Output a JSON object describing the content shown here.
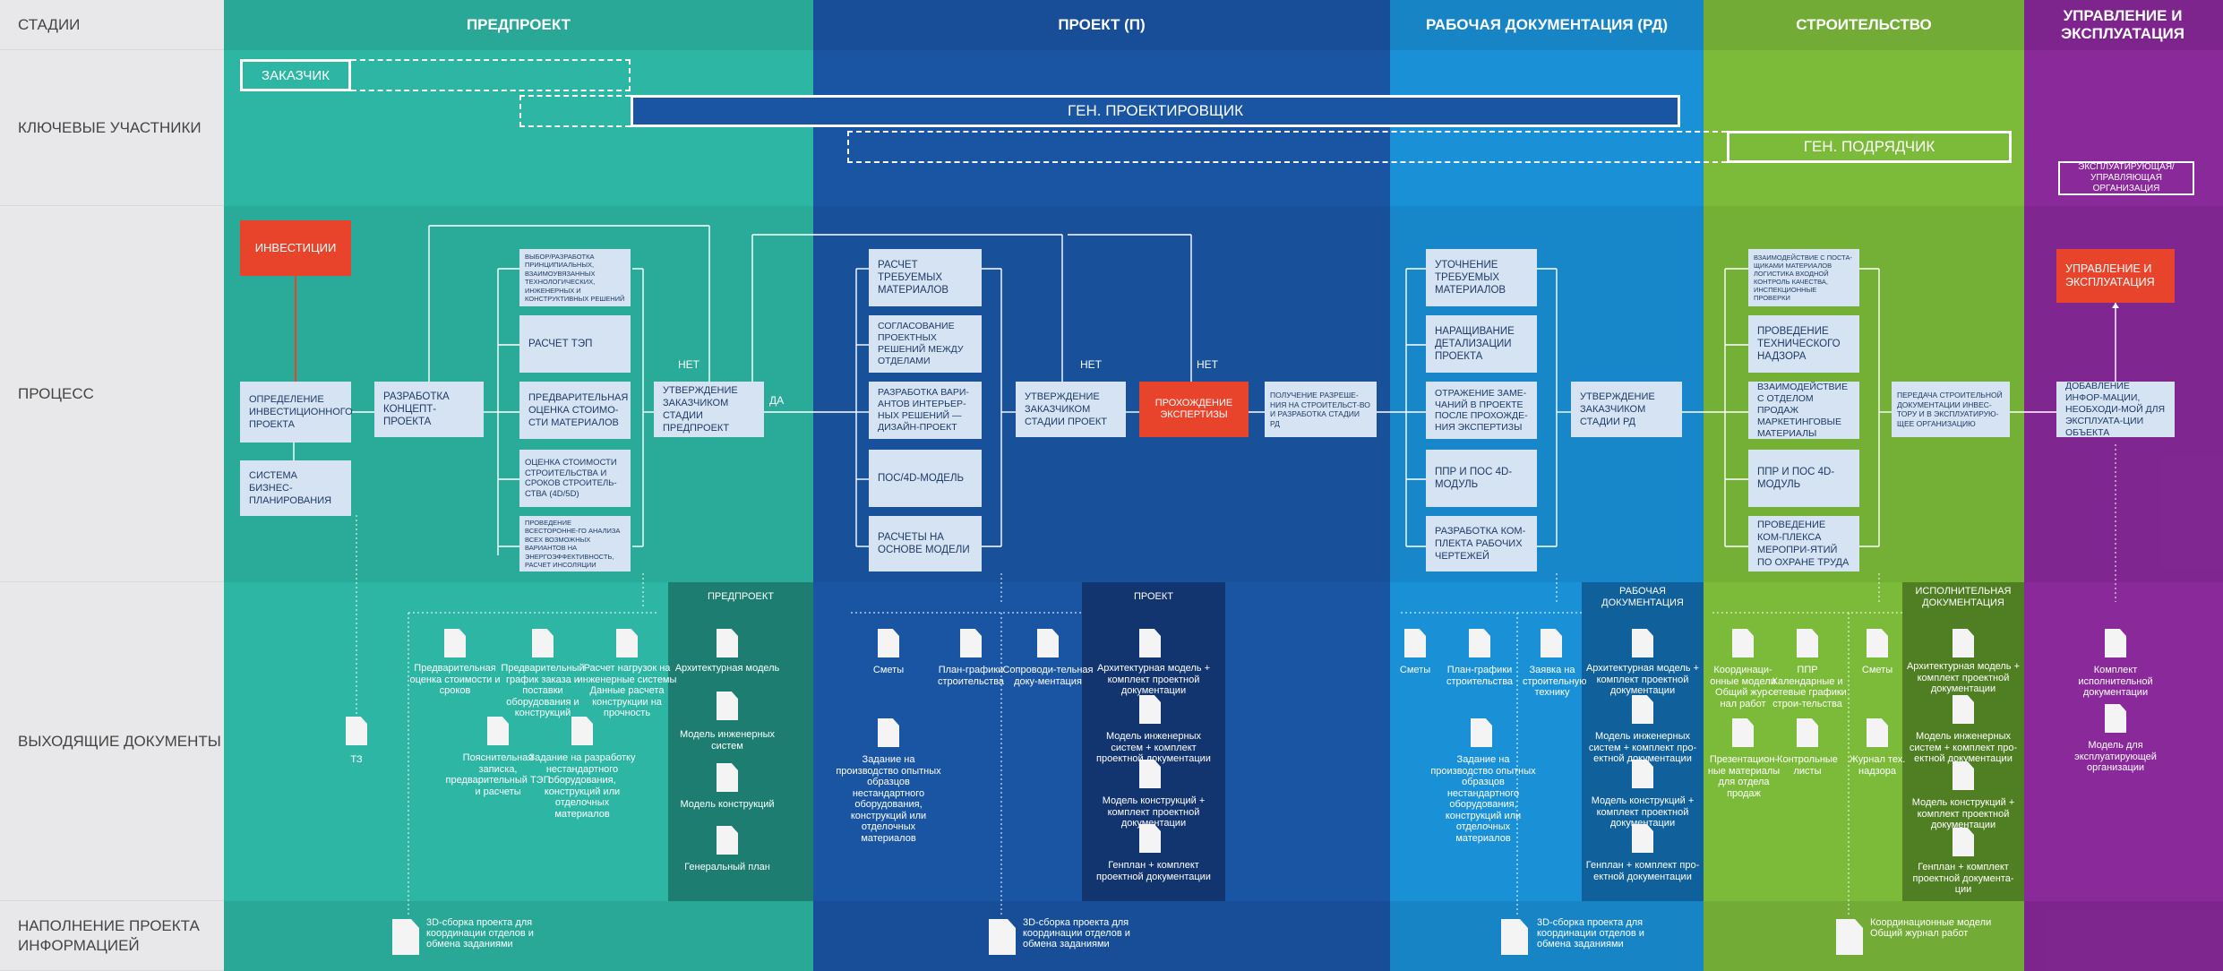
{
  "rows": {
    "stages": "СТАДИИ",
    "participants": "КЛЮЧЕВЫЕ УЧАСТНИКИ",
    "process": "ПРОЦЕСС",
    "documents": "ВЫХОДЯЩИЕ ДОКУМЕНТЫ",
    "info": "НАПОЛНЕНИЕ ПРОЕКТА ИНФОРМАЦИЕЙ"
  },
  "columns": {
    "pre": "ПРЕДПРОЕКТ",
    "project": "ПРОЕКТ (П)",
    "rd": "РАБОЧАЯ ДОКУМЕНТАЦИЯ (РД)",
    "build": "СТРОИТЕЛЬСТВО",
    "ops": "УПРАВЛЕНИЕ И ЭКСПЛУАТАЦИЯ"
  },
  "participants": {
    "customer": "ЗАКАЗЧИК",
    "designer": "ГЕН. ПРОЕКТИРОВЩИК",
    "contractor": "ГЕН. ПОДРЯДЧИК",
    "operator": "ЭКСПЛУАТИРУЮЩАЯ/ УПРАВЛЯЮЩАЯ ОРГАНИЗАЦИЯ"
  },
  "process": {
    "investments": "ИНВЕСТИЦИИ",
    "definition": "ОПРЕДЕЛЕНИЕ ИНВЕСТИЦИОННОГО ПРОЕКТА",
    "business": "СИСТЕМА БИЗНЕС-ПЛАНИРОВАНИЯ",
    "concept": "РАЗРАБОТКА КОНЦЕПТ-ПРОЕКТА",
    "pre_items": [
      "ВЫБОР/РАЗРАБОТКА ПРИНЦИПИАЛЬНЫХ, ВЗАИМОУВЯЗАННЫХ ТЕХНОЛОГИЧЕСКИХ, ИНЖЕНЕРНЫХ И КОНСТРУКТИВНЫХ РЕШЕНИЙ",
      "РАСЧЕТ ТЭП",
      "ПРЕДВАРИТЕЛЬНАЯ ОЦЕНКА СТОИМО-СТИ МАТЕРИАЛОВ",
      "ОЦЕНКА СТОИМОСТИ СТРОИТЕЛЬСТВА И СРОКОВ СТРОИТЕЛЬ-СТВА (4D/5D)",
      "ПРОВЕДЕНИЕ ВСЕСТОРОННЕ-ГО АНАЛИЗА ВСЕХ ВОЗМОЖНЫХ ВАРИАНТОВ НА ЭНЕРГОЭФФЕКТИВНОСТЬ, РАСЧЕТ ИНСОЛЯЦИИ"
    ],
    "approve_pre": "УТВЕРЖДЕНИЕ ЗАКАЗЧИКОМ СТАДИИ ПРЕДПРОЕКТ",
    "no": "НЕТ",
    "yes": "ДА",
    "proj_items": [
      "РАСЧЕТ ТРЕБУЕМЫХ МАТЕРИАЛОВ",
      "СОГЛАСОВАНИЕ ПРОЕКТНЫХ РЕШЕНИЙ МЕЖДУ ОТДЕЛАМИ",
      "РАЗРАБОТКА ВАРИ-АНТОВ ИНТЕРЬЕР-НЫХ РЕШЕНИЙ — ДИЗАЙН-ПРОЕКТ",
      "ПОС/4D-МОДЕЛЬ",
      "РАСЧЕТЫ НА ОСНОВЕ МОДЕЛИ"
    ],
    "approve_proj": "УТВЕРЖДЕНИЕ ЗАКАЗЧИКОМ СТАДИИ ПРОЕКТ",
    "expertise": "ПРОХОЖДЕНИЕ ЭКСПЕРТИЗЫ",
    "permit": "ПОЛУЧЕНИЕ РАЗРЕШЕ-НИЯ НА СТРОИТЕЛЬСТ-ВО И РАЗРАБОТКА СТАДИИ РД",
    "rd_items": [
      "УТОЧНЕНИЕ ТРЕБУЕМЫХ МАТЕРИАЛОВ",
      "НАРАЩИВАНИЕ ДЕТАЛИЗАЦИИ ПРОЕКТА",
      "ОТРАЖЕНИЕ ЗАМЕ-ЧАНИЙ В ПРОЕКТЕ ПОСЛЕ ПРОХОЖДЕ-НИЯ ЭКСПЕРТИЗЫ",
      "ППР И ПОС 4D-МОДУЛЬ",
      "РАЗРАБОТКА КОМ-ПЛЕКТА РАБОЧИХ ЧЕРТЕЖЕЙ"
    ],
    "approve_rd": "УТВЕРЖДЕНИЕ ЗАКАЗЧИКОМ СТАДИИ РД",
    "build_items": [
      "ВЗАИМОДЕЙСТВИЕ С ПОСТА-ЩИКАМИ МАТЕРИАЛОВ ЛОГИСТИКА ВХОДНОЙ КОНТРОЛЬ КАЧЕСТВА, ИНСПЕКЦИОННЫЕ ПРОВЕРКИ",
      "ПРОВЕДЕНИЕ ТЕХНИЧЕСКОГО НАДЗОРА",
      "ВЗАИМОДЕЙСТВИЕ С ОТДЕЛОМ ПРОДАЖ МАРКЕТИНГОВЫЕ МАТЕРИАЛЫ",
      "ППР И ПОС 4D-МОДУЛЬ",
      "ПРОВЕДЕНИЕ КОМ-ПЛЕКСА МЕРОПРИ-ЯТИЙ ПО ОХРАНЕ ТРУДА"
    ],
    "transfer": "ПЕРЕДАЧА СТРОИТЕЛЬНОЙ ДОКУМЕНТАЦИИ ИНВЕС-ТОРУ И В ЭКСПЛУАТИРУЮ-ЩЕЕ ОРГАНИЗАЦИЮ",
    "management": "УПРАВЛЕНИЕ И ЭКСПЛУАТАЦИЯ",
    "adding": "ДОБАВЛЕНИЕ ИНФОР-МАЦИИ, НЕОБХОДИ-МОЙ ДЛЯ ЭКСПЛУАТА-ЦИИ ОБЪЕКТА"
  },
  "documents": {
    "tz": "ТЗ",
    "pre_docs": [
      "Предварительная оценка стоимости и сроков",
      "Предварительный график заказа и поставки оборудования и конструкций",
      "Расчет нагрузок на инженерные системы Данные расчета конструкции на прочность",
      "Пояснительная записка, предварительный ТЭП и расчеты",
      "Задание на разработку нестандартного оборудования, конструкций или отделочных материалов"
    ],
    "pre_sub": "ПРЕДПРОЕКТ",
    "pre_sub_docs": [
      "Архитектурная модель",
      "Модель инженерных систем",
      "Модель конструкций",
      "Генеральный план"
    ],
    "proj_docs": [
      "Сметы",
      "План-графики строительства",
      "Сопроводи-тельная доку-ментация",
      "Задание на производство опытных образцов нестандартного оборудования, конструкций или отделочных материалов"
    ],
    "proj_sub": "ПРОЕКТ",
    "proj_sub_docs": [
      "Архитектурная модель + комплект проектной документации",
      "Модель инженерных систем + комплект проектной документации",
      "Модель конструкций + комплект проектной документации",
      "Генплан + комплект проектной документации"
    ],
    "rd_docs": [
      "Сметы",
      "План-графики строительства",
      "Заявка на строительную технику",
      "Задание на производство опытных образцов нестандартного оборудования, конструкций или отделочных материалов"
    ],
    "rd_sub": "РАБОЧАЯ ДОКУМЕНТАЦИЯ",
    "rd_sub_docs": [
      "Архитектурная модель + комплект проектной документации",
      "Модель инженерных систем + комплект про-ектной документации",
      "Модель конструкций + комплект проектной документации",
      "Генплан + комплект про-ектной документации"
    ],
    "build_docs": [
      "Координаци-онные модели Общий жур-нал работ",
      "ППР Календарные и сетевые графики строи-тельства",
      "Сметы",
      "Презентацион-ные материалы для отдела продаж",
      "Контрольные листы",
      "Журнал тех. надзора"
    ],
    "build_sub": "ИСПОЛНИТЕЛЬНАЯ ДОКУМЕНТАЦИЯ",
    "build_sub_docs": [
      "Архитектурная модель + комплект проектной документации",
      "Модель инженерных систем + комплект про-ектной документации",
      "Модель конструкций + комплект проектной документации",
      "Генплан + комплект проектной документа-ции"
    ],
    "ops_docs": [
      "Комплект исполнительной документации",
      "Модель для эксплуатирующей организации"
    ]
  },
  "info": {
    "pre": "3D-сборка проекта для координации отделов и обмена заданиями",
    "project": "3D-сборка проекта для координации отделов и обмена заданиями",
    "rd": "3D-сборка проекта для координации отделов и обмена заданиями",
    "build": "Координационные модели Общий журнал работ"
  },
  "colors": {
    "pre": "#2ab5a3",
    "project": "#1a56a6",
    "rd": "#1b8fd6",
    "build": "#7cb83b",
    "ops": "#8a2d98",
    "red": "#e8432b"
  }
}
